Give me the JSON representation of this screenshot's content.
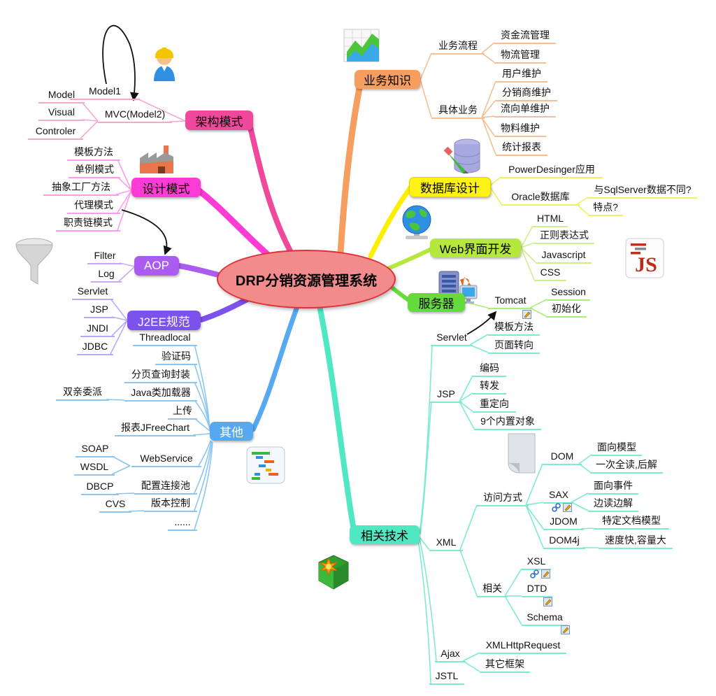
{
  "center": {
    "title": "DRP分销资源管理系统"
  },
  "colors": {
    "center_fill": "#F28B8B",
    "center_border": "#E03038",
    "arch": "#F0489C",
    "design": "#FF3BD6",
    "aop": "#AB5CF0",
    "j2ee": "#7B52EB",
    "other": "#56A9F0",
    "tech": "#4FE8C2",
    "server": "#66DC3C",
    "web": "#B5E83C",
    "db": "#FFF215",
    "biz": "#F59E5F"
  },
  "arch": {
    "label": "架构模式",
    "model1": "Model1",
    "mvc": "MVC(Model2)",
    "model": "Model",
    "visual": "Visual",
    "controler": "Controler"
  },
  "design": {
    "label": "设计模式",
    "items": [
      "模板方法",
      "单例模式",
      "抽象工厂方法",
      "代理模式",
      "职责链模式"
    ]
  },
  "aop": {
    "label": "AOP",
    "filter": "Filter",
    "log": "Log"
  },
  "j2ee": {
    "label": "J2EE规范",
    "items": [
      "Servlet",
      "JSP",
      "JNDI",
      "JDBC"
    ]
  },
  "other": {
    "label": "其他",
    "threadlocal": "Threadlocal",
    "captcha": "验证码",
    "paging": "分页查询封装",
    "classloader": "Java类加载器",
    "delegate": "双亲委派",
    "upload": "上传",
    "jfreechart": "报表JFreeChart",
    "webservice": "WebService",
    "soap": "SOAP",
    "wsdl": "WSDL",
    "dbcp": "DBCP",
    "pool": "配置连接池",
    "cvs": "CVS",
    "vcs": "版本控制",
    "more": "......"
  },
  "tech": {
    "label": "相关技术",
    "servlet": "Servlet",
    "servlet_tpl": "模板方法",
    "servlet_fwd": "页面转向",
    "jsp": "JSP",
    "jsp_items": [
      "编码",
      "转发",
      "重定向",
      "9个内置对象"
    ],
    "xml": "XML",
    "access": "访问方式",
    "dom": "DOM",
    "dom_model": "面向模型",
    "dom_read": "一次全读,后解",
    "sax": "SAX",
    "sax_event": "面向事件",
    "sax_read": "边读边解",
    "jdom": "JDOM",
    "jdom_desc": "特定文档模型",
    "dom4j": "DOM4j",
    "dom4j_desc": "速度快,容量大",
    "related": "相关",
    "xsl": "XSL",
    "dtd": "DTD",
    "schema": "Schema",
    "ajax": "Ajax",
    "xhr": "XMLHttpRequest",
    "other_fw": "其它框架",
    "jstl": "JSTL"
  },
  "server": {
    "label": "服务器",
    "tomcat": "Tomcat",
    "session": "Session",
    "init": "初始化"
  },
  "web": {
    "label": "Web界面开发",
    "items": [
      "HTML",
      "正则表达式",
      "Javascript",
      "CSS"
    ]
  },
  "db": {
    "label": "数据库设计",
    "pd": "PowerDesinger应用",
    "oracle": "Oracle数据库",
    "sqlserver": "与SqlServer数据不同?",
    "feature": "特点?"
  },
  "biz": {
    "label": "业务知识",
    "flow": "业务流程",
    "funds": "资金流管理",
    "logistics": "物流管理",
    "concrete": "具体业务",
    "items": [
      "用户维护",
      "分销商维护",
      "流向单维护",
      "物料维护",
      "统计报表"
    ]
  },
  "icons": {
    "js_label": "JS"
  }
}
